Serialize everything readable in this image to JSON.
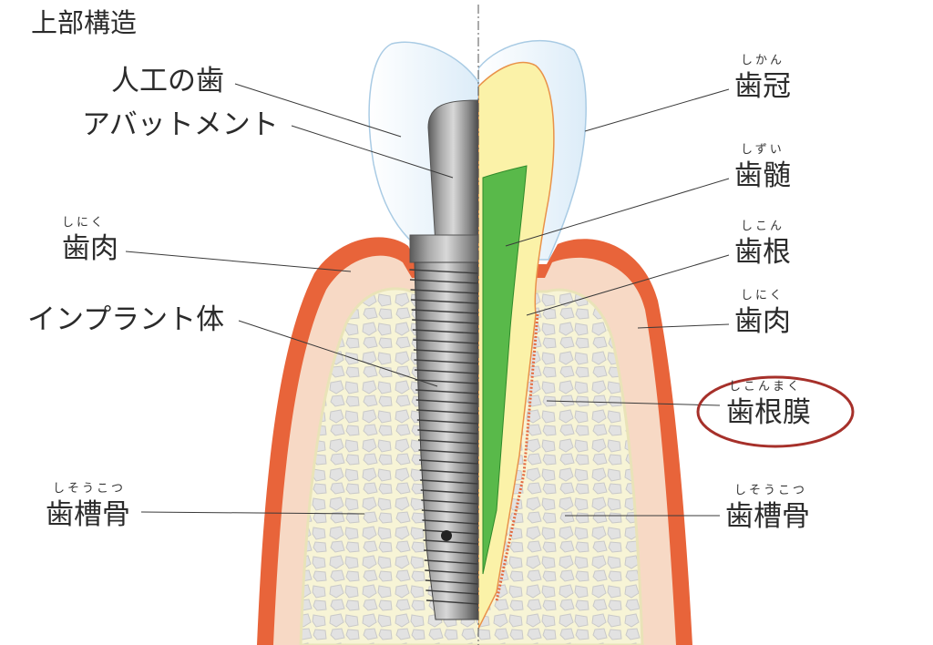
{
  "title": "上部構造",
  "left_labels": {
    "artificial_tooth": "人工の歯",
    "abutment": "アバットメント",
    "gum": {
      "ruby": "しにく",
      "text": "歯肉"
    },
    "implant_body": "インプラント体",
    "alveolar_bone": {
      "ruby": "しそうこつ",
      "text": "歯槽骨"
    }
  },
  "right_labels": {
    "crown": {
      "ruby": "しかん",
      "text": "歯冠"
    },
    "pulp": {
      "ruby": "しずい",
      "text": "歯髄"
    },
    "root": {
      "ruby": "しこん",
      "text": "歯根"
    },
    "gum": {
      "ruby": "しにく",
      "text": "歯肉"
    },
    "periodontal_ligament": {
      "ruby": "しこんまく",
      "text": "歯根膜"
    },
    "alveolar_bone": {
      "ruby": "しそうこつ",
      "text": "歯槽骨"
    }
  },
  "colors": {
    "gum": "#e8643a",
    "gum_inner": "#f7d9c5",
    "bone": "#f7f4d6",
    "bone_cell": "#e2e2e2",
    "tooth": "#fbf2a8",
    "pulp": "#59b94a",
    "implant": "#777777",
    "highlight": "#a6302a"
  }
}
